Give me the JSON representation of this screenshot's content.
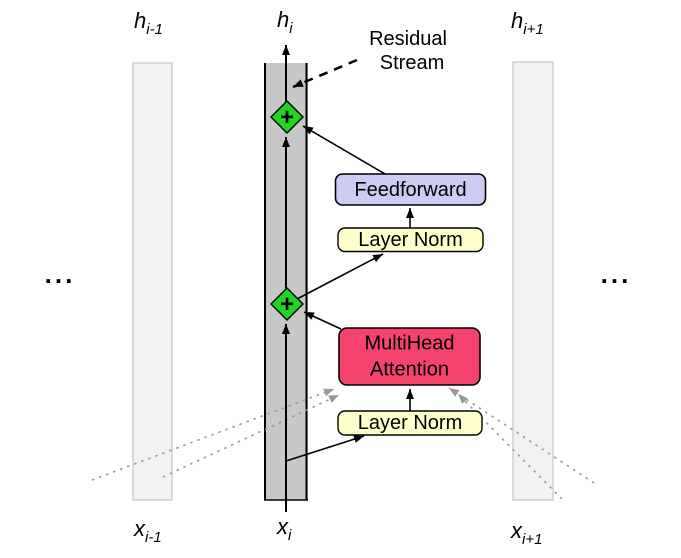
{
  "diagram": {
    "annotation": {
      "line1": "Residual",
      "line2": "Stream"
    },
    "streams": {
      "top_labels": [
        {
          "main": "h",
          "sub": "i-1"
        },
        {
          "main": "h",
          "sub": "i"
        },
        {
          "main": "h",
          "sub": "i+1"
        }
      ],
      "bottom_labels": [
        {
          "main": "x",
          "sub": "i-1"
        },
        {
          "main": "x",
          "sub": "i"
        },
        {
          "main": "x",
          "sub": "i+1"
        }
      ],
      "left_ellipsis": "...",
      "right_ellipsis": "..."
    },
    "blocks": {
      "feedforward": "Feedforward",
      "layer_norm_top": "Layer Norm",
      "attention_line1": "MultiHead",
      "attention_line2": "Attention",
      "layer_norm_bottom": "Layer Norm"
    },
    "operators": {
      "add_label": "+"
    },
    "colors": {
      "feedforward_fill": "#ccccf2",
      "layer_norm_fill": "#ffffcc",
      "attention_fill": "#f5436e",
      "add_fill": "#21d421",
      "residual_bar_fill": "#c8c8c8",
      "neighbor_bar_fill": "#f2f2f2",
      "neighbor_bar_border": "#cccccc",
      "dotted_line": "#999999"
    }
  }
}
